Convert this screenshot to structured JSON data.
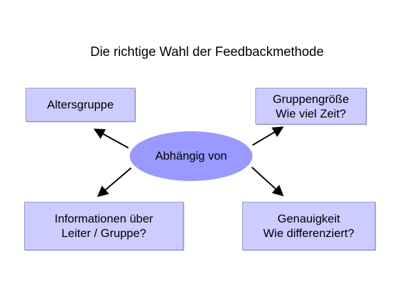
{
  "title": "Die richtige Wahl der Feedbackmethode",
  "center": {
    "label": "Abhängig von",
    "fill": "#9999ff"
  },
  "box_fill": "#ccccff",
  "boxes": {
    "top_left": {
      "lines": [
        "Altersgruppe"
      ]
    },
    "top_right": {
      "lines": [
        "Gruppengröße",
        "Wie viel Zeit?"
      ]
    },
    "bottom_left": {
      "lines": [
        "Informationen über",
        "Leiter / Gruppe?"
      ]
    },
    "bottom_right": {
      "lines": [
        "Genauigkeit",
        "Wie differenziert?"
      ]
    }
  }
}
